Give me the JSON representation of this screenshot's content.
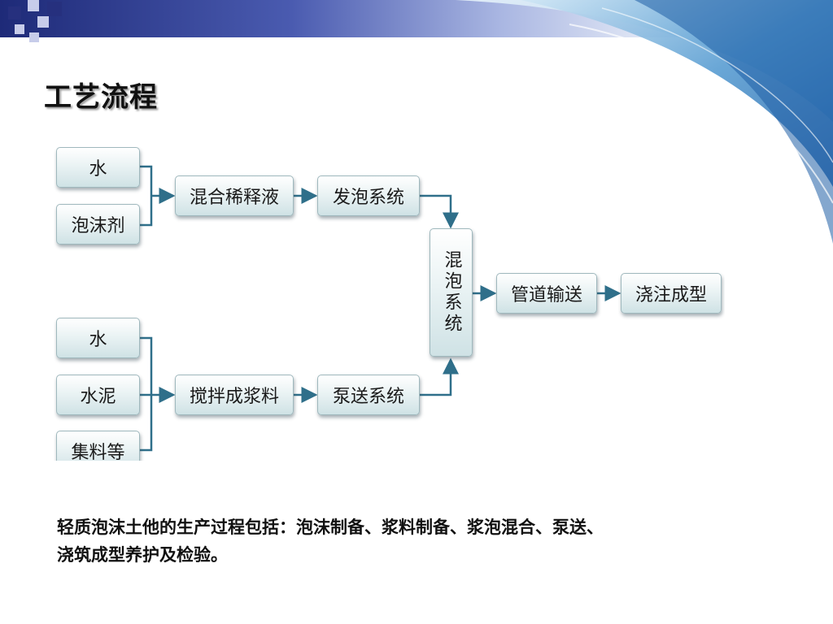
{
  "slide": {
    "title": "工艺流程",
    "description_line1": "轻质泡沫土他的生产过程包括：泡沫制备、浆料制备、浆泡混合、泵送、",
    "description_line2": "浇筑成型养护及检验。"
  },
  "diagram": {
    "nodes": {
      "water_top": "水",
      "foaming_agent": "泡沫剂",
      "mix_dilution": "混合稀释液",
      "foaming_system": "发泡系统",
      "mixing_foam": "混泡系统",
      "pipe_transport": "管道输送",
      "casting": "浇注成型",
      "water_bottom": "水",
      "cement": "水泥",
      "aggregate": "集料等",
      "stir_slurry": "搅拌成浆料",
      "pump_system": "泵送系统"
    }
  },
  "colors": {
    "header_dark": "#1e2a78",
    "line": "#2f6f8a",
    "box_border": "#9fb8bd"
  }
}
